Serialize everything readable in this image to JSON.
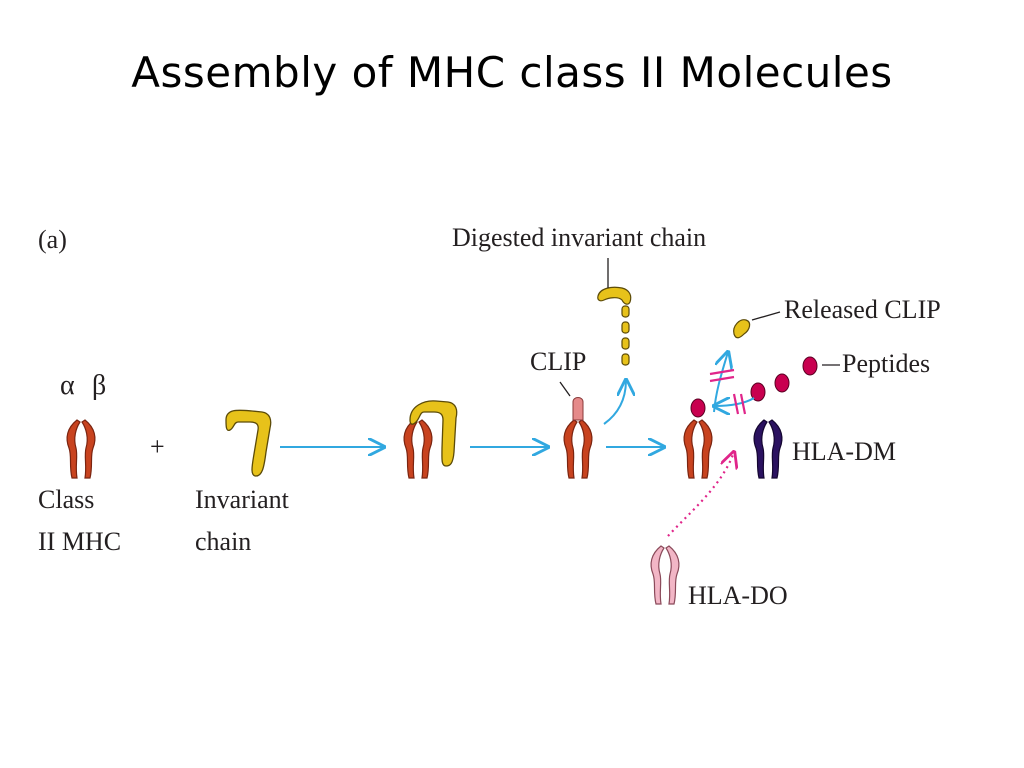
{
  "title": "Assembly of MHC class II Molecules",
  "diagram": {
    "panel_label": "(a)",
    "greek_alpha": "α",
    "greek_beta": "β",
    "plus": "+",
    "class_ii_mhc_line1": "Class",
    "class_ii_mhc_line2": "II  MHC",
    "invariant_chain_line1": "Invariant",
    "invariant_chain_line2": "chain",
    "digested_invariant_chain": "Digested invariant chain",
    "clip": "CLIP",
    "released_clip": "Released CLIP",
    "peptides": "Peptides",
    "hla_dm": "HLA-DM",
    "hla_do": "HLA-DO"
  },
  "colors": {
    "mhc": "#c8431f",
    "invariant": "#e7c21a",
    "clip": "#e58a8a",
    "arrow": "#31a8e0",
    "peptide": "#c8004f",
    "hla_dm": "#2b1260",
    "hla_do": "#f2b6c6",
    "hla_do_arrow": "#e0258a",
    "block_mark": "#e0258a"
  }
}
